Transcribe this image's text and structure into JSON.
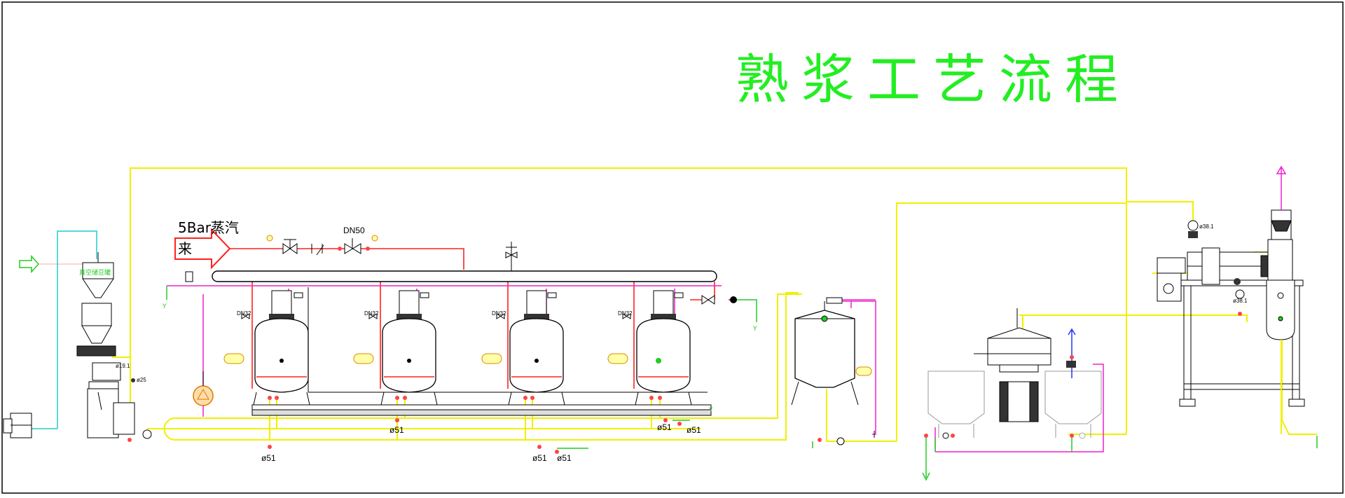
{
  "title": "熟浆工艺流程",
  "steam": {
    "pressure": "5Bar蒸汽",
    "direction": "来"
  },
  "valve_size": "DN50",
  "hopper_label": "真空储豆罐",
  "pipe_size": "ø51",
  "pipe_size_top": "ø38.1",
  "tank_tag": "DN32",
  "small_tags": {
    "a": "ø25",
    "b": "ø38.1",
    "c": "ø19.1"
  }
}
